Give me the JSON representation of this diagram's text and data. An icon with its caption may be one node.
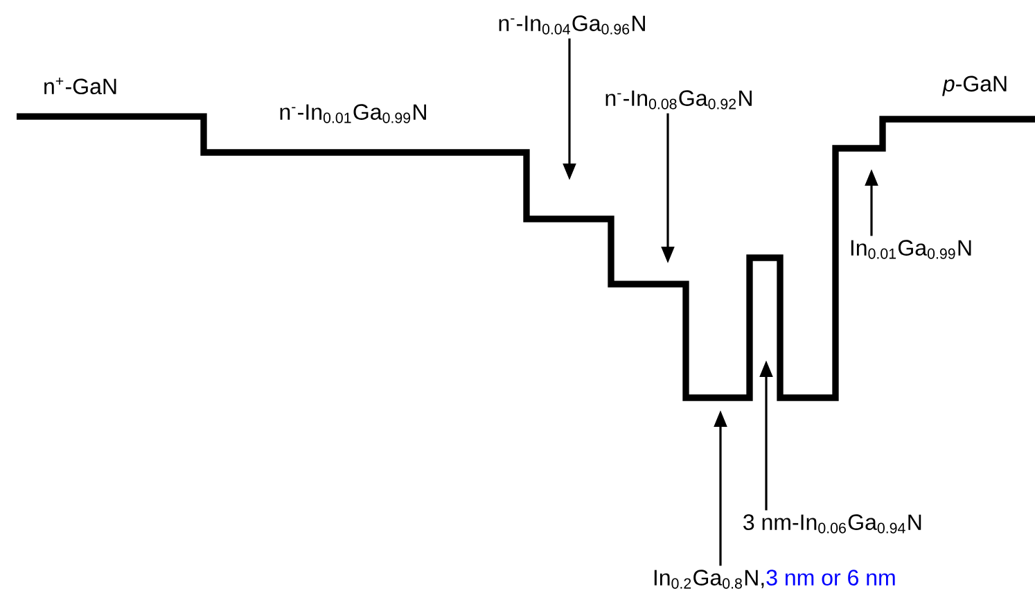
{
  "diagram": {
    "nodes": [
      {
        "text": [
          "n$^{-}$-In$_{0.04}$Ga$_{0.96}$N"
        ]
      },
      {
        "text": [
          "n$^{-}$-In$_{0.08}$Ga$_{0.92}$N"
        ]
      },
      {
        "text": [
          "In$_{0.01}$Ga$_{0.99}$N"
        ]
      },
      {
        "text": [
          "3 nm-In$_{0.06}$Ga$_{0.94}$N"
        ]
      },
      {
        "text": [
          "In$_{0.2}$Ga$_{0.8}$N,",
          "3 nm or 6 nm"
        ]
      }
    ],
    "edges": [
      {
        "from": 0,
        "to": null,
        "arrow": "to"
      },
      {
        "from": 1,
        "to": null,
        "arrow": "to"
      },
      {
        "from": 2,
        "to": null,
        "arrow": "to"
      },
      {
        "from": 3,
        "to": null,
        "arrow": "to"
      },
      {
        "from": 4,
        "to": null,
        "arrow": "to"
      }
    ],
    "labels": [
      "n$^{+}$-GaN",
      "n$^{-}$-In$_{0.01}$Ga$_{0.99}$N",
      "*p*-GaN"
    ]
  }
}
